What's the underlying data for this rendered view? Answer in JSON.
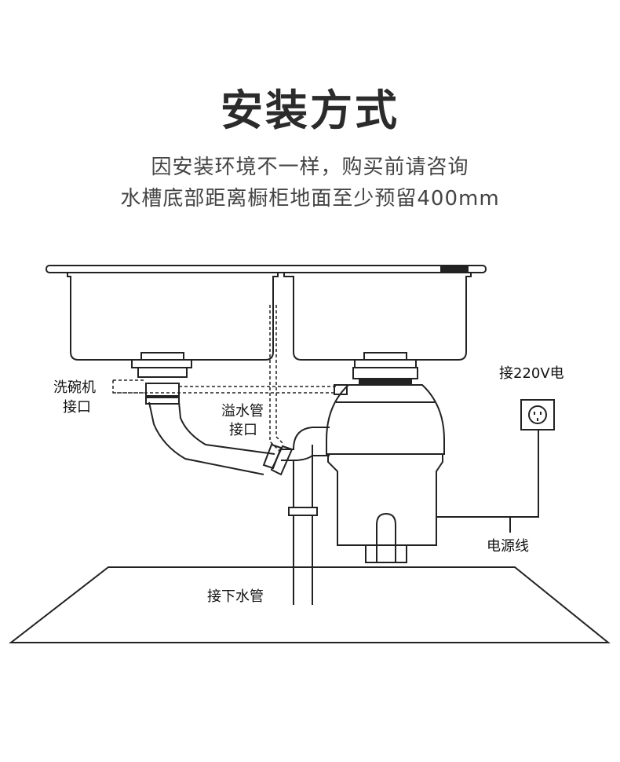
{
  "header": {
    "title": "安装方式",
    "subtitle_line1": "因安装环境不一样，购买前请咨询",
    "subtitle_line2": "水槽底部距离橱柜地面至少预留400mm"
  },
  "labels": {
    "dishwasher_line1": "洗碗机",
    "dishwasher_line2": "接口",
    "overflow_line1": "溢水管",
    "overflow_line2": "接口",
    "power_input": "接220V电",
    "power_cord": "电源线",
    "drain": "接下水管"
  }
}
